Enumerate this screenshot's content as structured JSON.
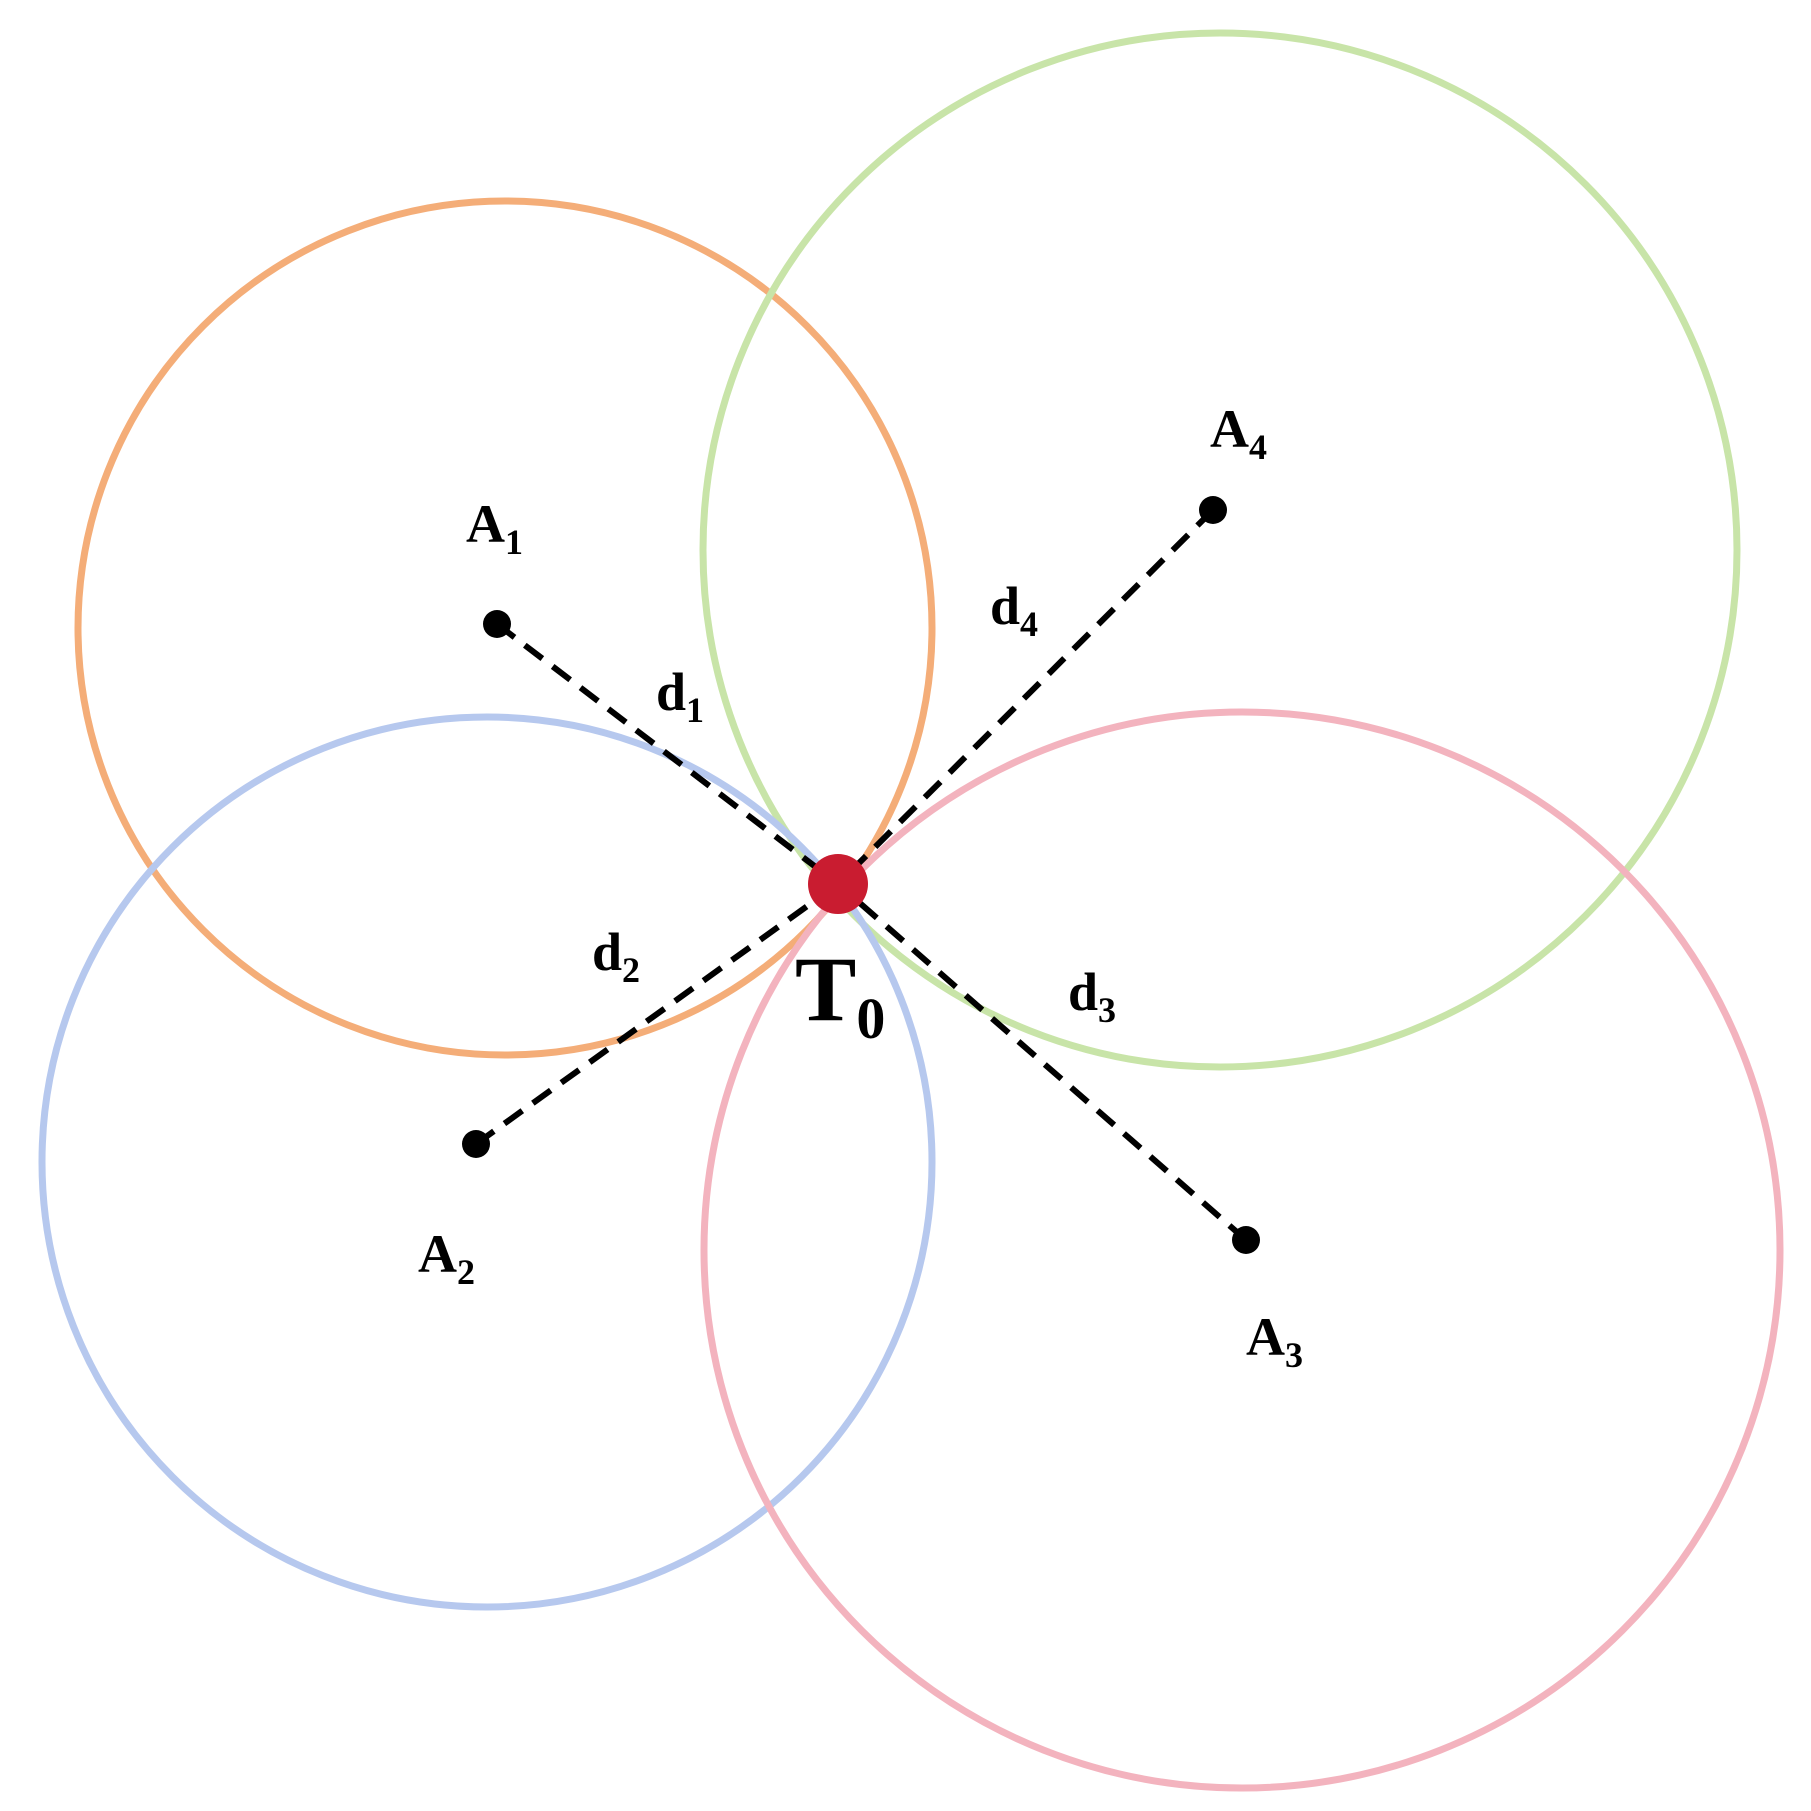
{
  "colors": {
    "anchor_1_circle": "#F4AD78",
    "anchor_2_circle": "#B6C8EE",
    "anchor_3_circle": "#F3B3BE",
    "anchor_4_circle": "#C8E4A8",
    "target": "#C91C30",
    "line": "#000000"
  },
  "labels": {
    "target": {
      "main": "T",
      "sub": "0"
    },
    "anchors": [
      {
        "main": "A",
        "sub": "1"
      },
      {
        "main": "A",
        "sub": "2"
      },
      {
        "main": "A",
        "sub": "3"
      },
      {
        "main": "A",
        "sub": "4"
      }
    ],
    "distances": [
      {
        "main": "d",
        "sub": "1"
      },
      {
        "main": "d",
        "sub": "2"
      },
      {
        "main": "d",
        "sub": "3"
      },
      {
        "main": "d",
        "sub": "4"
      }
    ]
  }
}
